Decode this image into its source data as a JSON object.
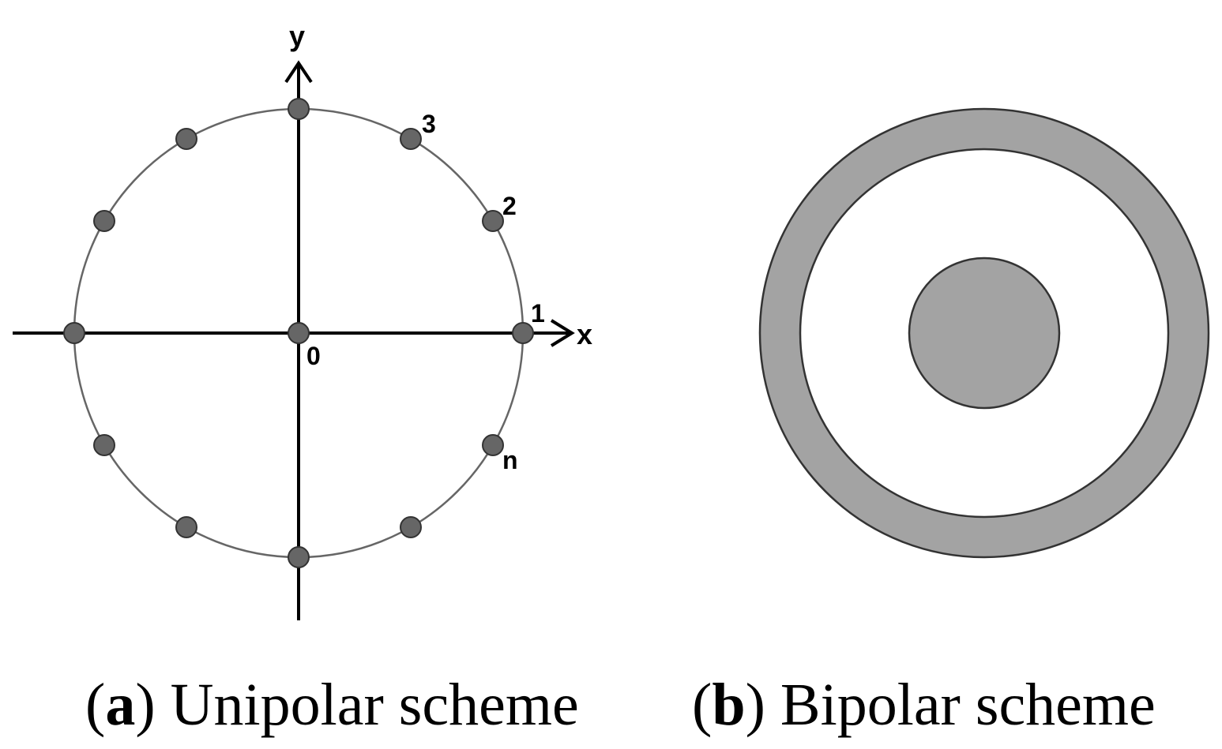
{
  "panel_a": {
    "axis_x_label": "x",
    "axis_y_label": "y",
    "origin_label": "0",
    "electrode_count_shown": 12,
    "electrode_labels": [
      "1",
      "2",
      "3",
      "n"
    ],
    "caption": {
      "open": "(",
      "letter": "a",
      "close": ")",
      "text": " Unipolar scheme"
    }
  },
  "panel_b": {
    "caption": {
      "open": "(",
      "letter": "b",
      "close": ")",
      "text": " Bipolar scheme"
    }
  },
  "colors": {
    "electrode_fill": "#666666",
    "electrode_stroke": "#333333",
    "ring_fill": "#a3a3a3",
    "stroke": "#333333",
    "axis": "#000000"
  }
}
